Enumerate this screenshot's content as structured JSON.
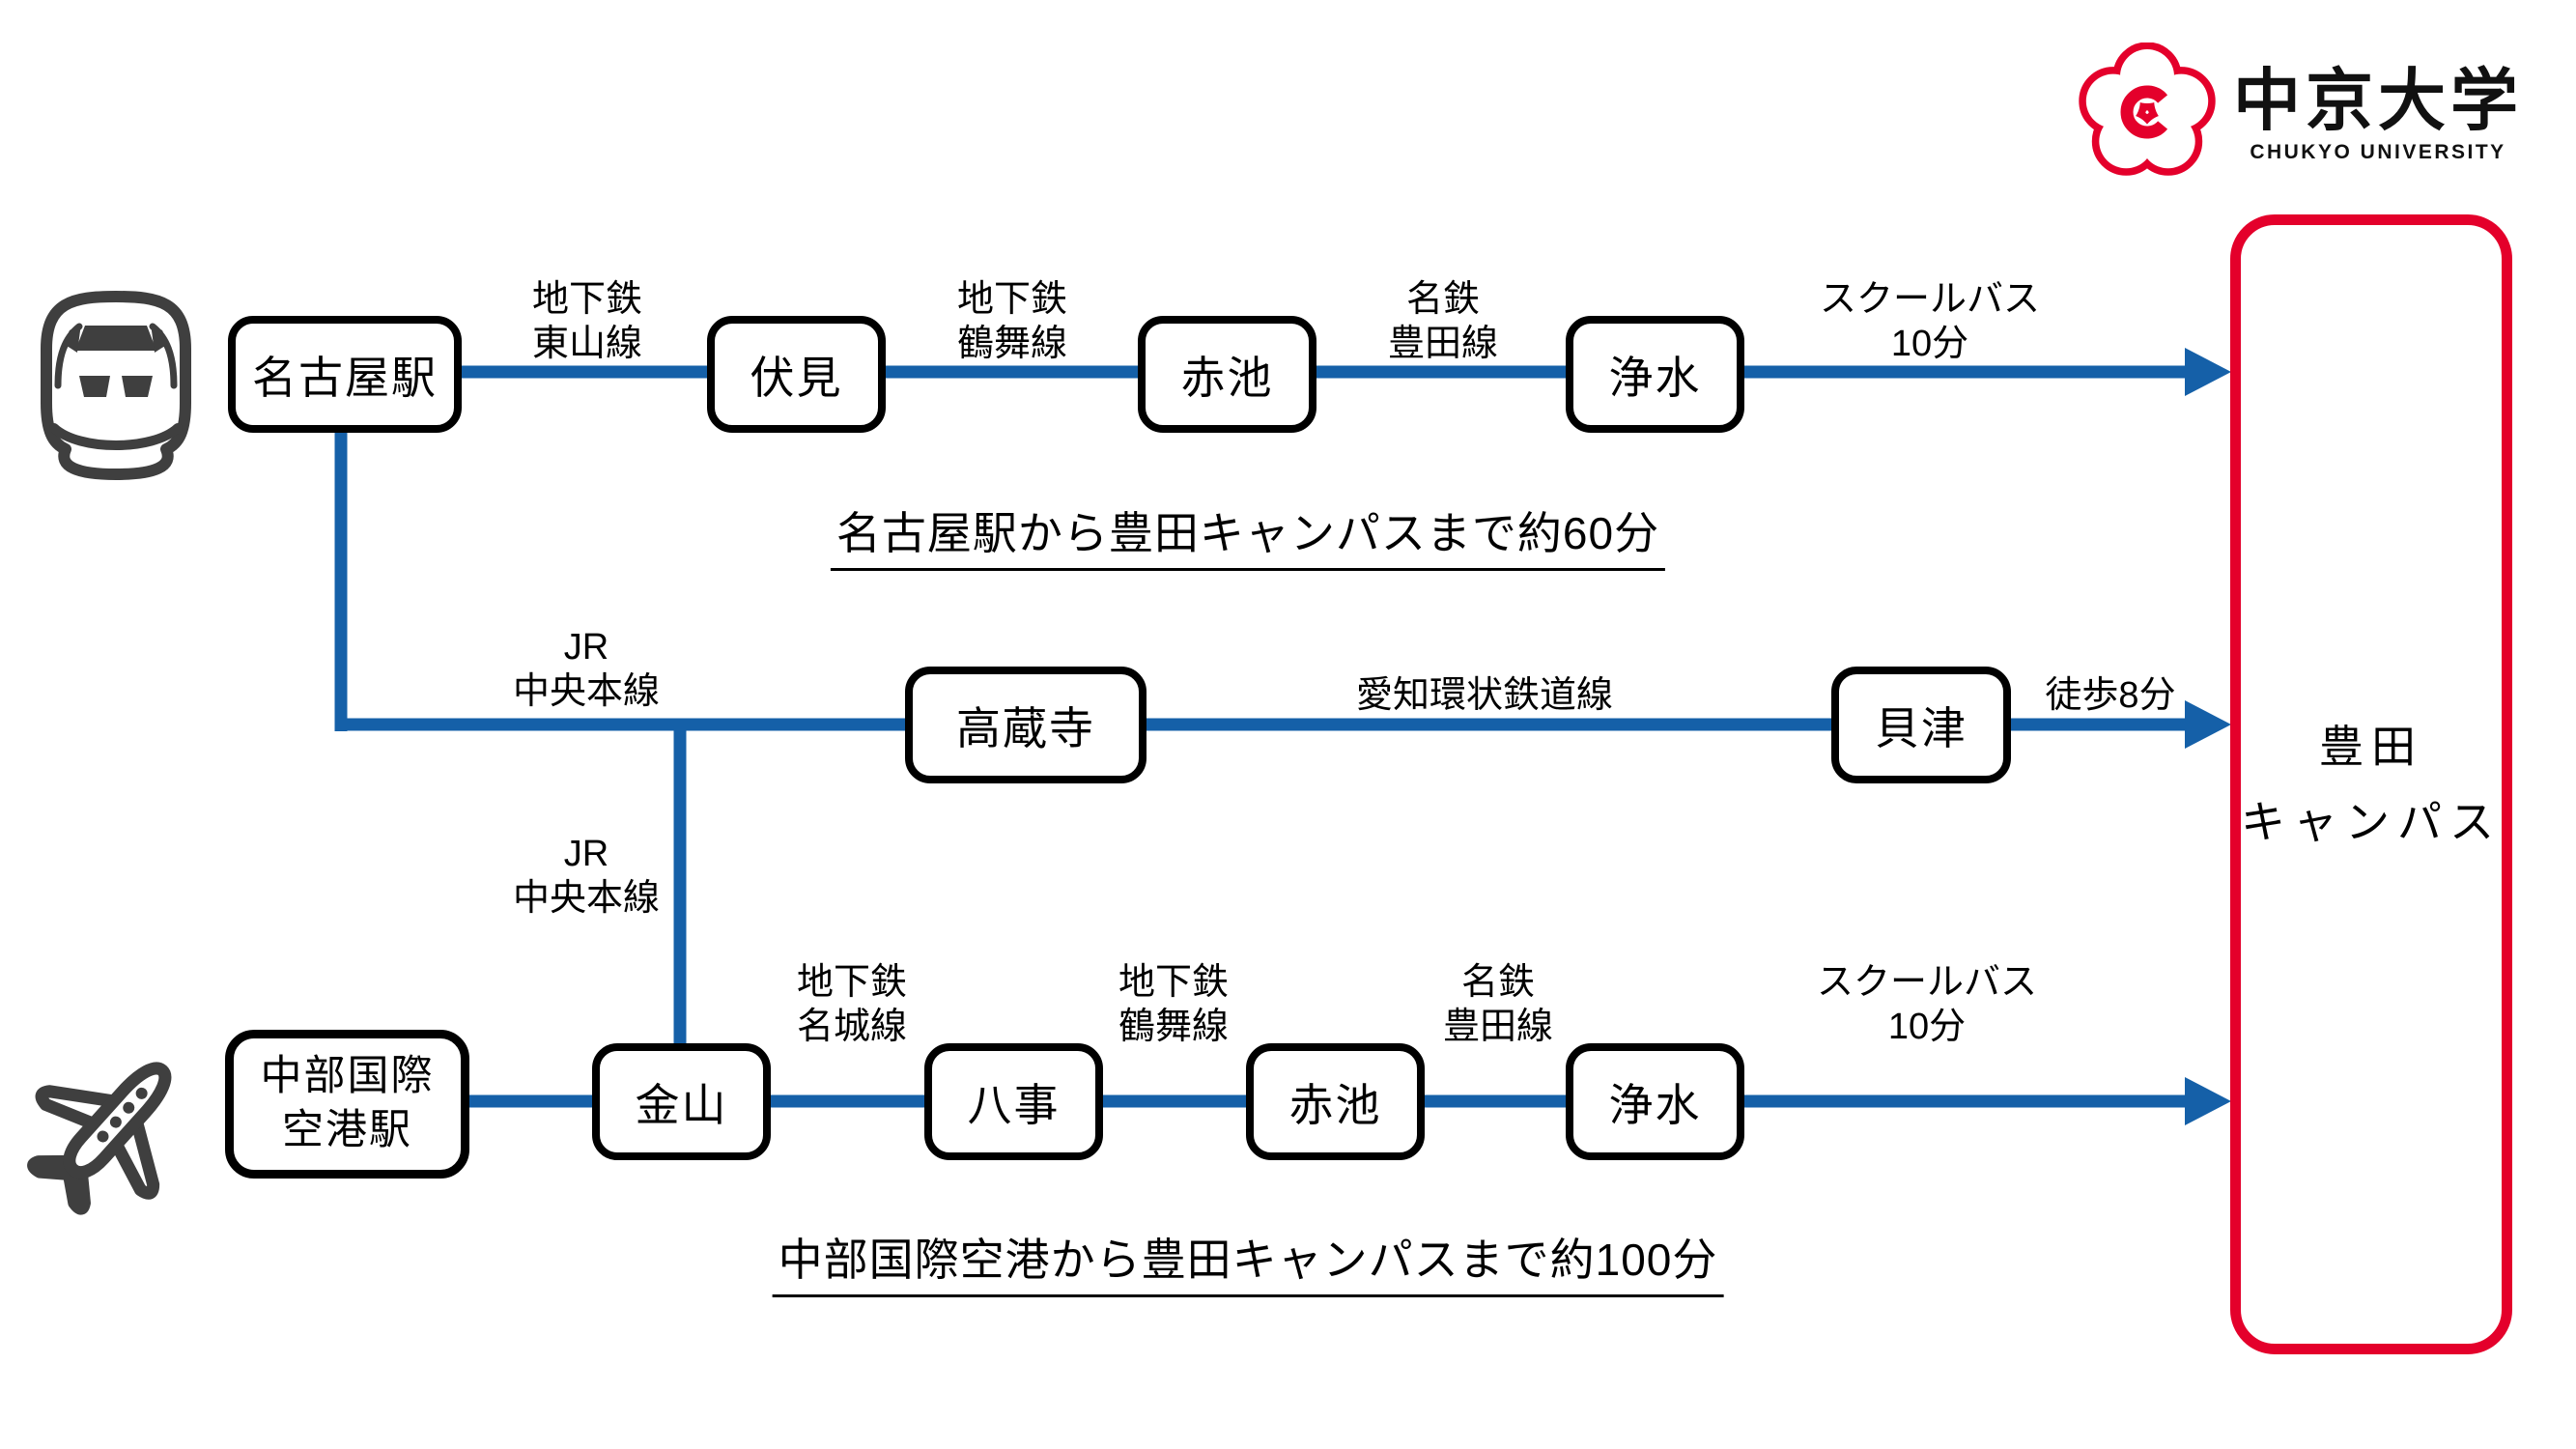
{
  "colors": {
    "line_blue": "#1560A8",
    "box_black": "#000000",
    "campus_red": "#E4002B",
    "icon_gray": "#3F3F3F"
  },
  "logo": {
    "university_jp": "中京大学",
    "university_en": "CHUKYO UNIVERSITY"
  },
  "campus_box": {
    "line1": "豊田",
    "line2": "キャンパス"
  },
  "icons": {
    "train": "shinkansen-front",
    "airplane": "airplane"
  },
  "route_nagoya": {
    "station_nagoya": "名古屋駅",
    "line_higashiyama_1": "地下鉄",
    "line_higashiyama_2": "東山線",
    "station_fushimi": "伏見",
    "line_tsurumai_1": "地下鉄",
    "line_tsurumai_2": "鶴舞線",
    "station_akaike": "赤池",
    "line_meitetsu_1": "名鉄",
    "line_meitetsu_2": "豊田線",
    "station_josui": "浄水",
    "bus_1": "スクールバス",
    "bus_2": "10分",
    "caption": "名古屋駅から豊田キャンパスまで約60分"
  },
  "route_jr": {
    "line_jr_upper_1": "JR",
    "line_jr_upper_2": "中央本線",
    "station_kozoji": "高蔵寺",
    "line_aikan": "愛知環状鉄道線",
    "station_kaizu": "貝津",
    "walk": "徒歩8分",
    "line_jr_lower_1": "JR",
    "line_jr_lower_2": "中央本線"
  },
  "route_airport": {
    "station_airport_1": "中部国際",
    "station_airport_2": "空港駅",
    "station_kanayama": "金山",
    "line_meijo_1": "地下鉄",
    "line_meijo_2": "名城線",
    "station_yagoto": "八事",
    "line_tsurumai_1": "地下鉄",
    "line_tsurumai_2": "鶴舞線",
    "station_akaike": "赤池",
    "line_meitetsu_1": "名鉄",
    "line_meitetsu_2": "豊田線",
    "station_josui": "浄水",
    "bus_1": "スクールバス",
    "bus_2": "10分",
    "caption": "中部国際空港から豊田キャンパスまで約100分"
  }
}
